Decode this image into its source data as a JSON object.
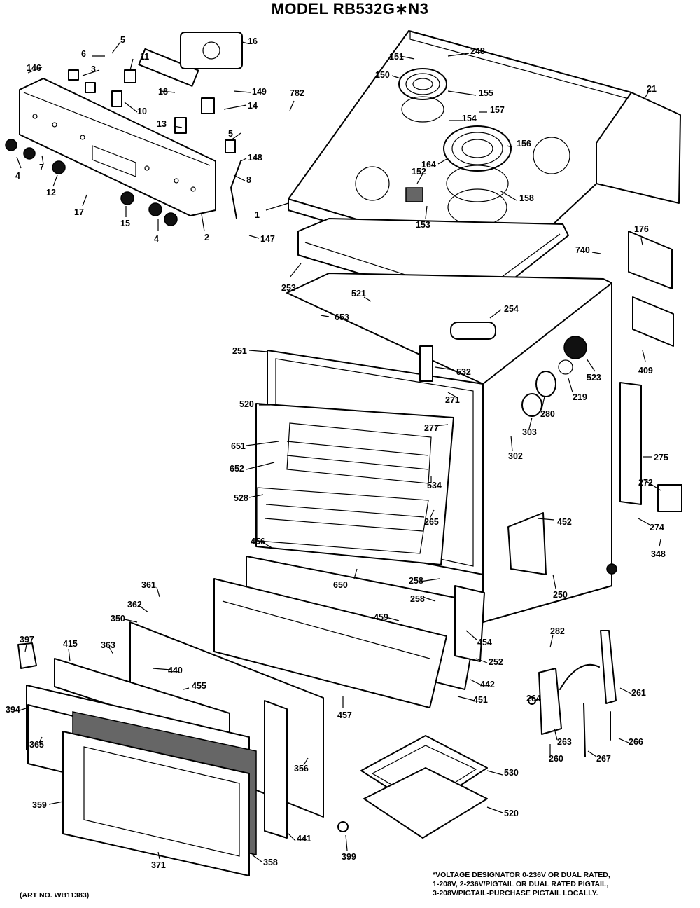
{
  "title": "MODEL RB532G∗N3",
  "art_number": "(ART NO. WB11383)",
  "voltage_note": [
    "*VOLTAGE DESIGNATOR 0-236V OR DUAL RATED,",
    "1-208V, 2-236V/PIGTAIL OR DUAL RATED PIGTAIL,",
    "3-208V/PIGTAIL-PURCHASE PIGTAIL LOCALLY."
  ],
  "part_labels": [
    "146",
    "5",
    "6",
    "3",
    "11",
    "16",
    "18",
    "149",
    "10",
    "13",
    "14",
    "782",
    "5",
    "148",
    "8",
    "4",
    "7",
    "12",
    "17",
    "15",
    "4",
    "2",
    "147",
    "1",
    "151",
    "248",
    "150",
    "155",
    "154",
    "157",
    "21",
    "156",
    "164",
    "152",
    "158",
    "153",
    "176",
    "740",
    "253",
    "521",
    "653",
    "254",
    "409",
    "251",
    "532",
    "523",
    "219",
    "280",
    "271",
    "520",
    "277",
    "651",
    "303",
    "652",
    "302",
    "275",
    "528",
    "534",
    "272",
    "265",
    "452",
    "274",
    "456",
    "348",
    "258",
    "650",
    "258",
    "250",
    "361",
    "362",
    "459",
    "454",
    "350",
    "397",
    "415",
    "363",
    "440",
    "252",
    "455",
    "442",
    "282",
    "451",
    "264",
    "261",
    "457",
    "394",
    "263",
    "266",
    "365",
    "260",
    "267",
    "356",
    "530",
    "359",
    "520",
    "441",
    "399",
    "371",
    "358"
  ]
}
